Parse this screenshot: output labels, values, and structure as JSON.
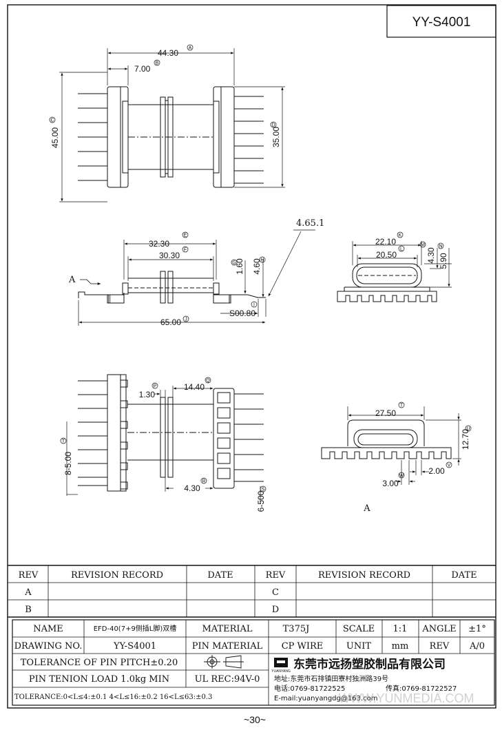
{
  "header": {
    "part_number": "YY-S4001"
  },
  "top_view": {
    "overall_width": "44.30",
    "flange_width": "7.00",
    "overall_height": "45.00",
    "inner_height": "35.00",
    "refs": {
      "width": "A",
      "flange": "B",
      "height": "C",
      "inner": "D"
    }
  },
  "side_view": {
    "width_a": "32.30",
    "width_b": "30.30",
    "dim_a": "1.60",
    "dim_b": "4.60",
    "pin_dim": "S00.80",
    "total_length": "65.00",
    "callout": "4.65.1",
    "section_label": "A",
    "refs": {
      "e": "E",
      "f": "F",
      "g": "G",
      "h": "H",
      "i": "I",
      "j": "J"
    }
  },
  "end_view": {
    "width_a": "22.10",
    "width_b": "20.50",
    "height_a": "4.30",
    "height_b": "5.90",
    "refs": {
      "k": "K",
      "l": "L",
      "m": "M",
      "n": "N"
    }
  },
  "bottom_view": {
    "dim_a": "1.30",
    "dim_b": "14.40",
    "dim_c": "4.30",
    "pitch_left": "8-5.00",
    "pitch_right": "6-500",
    "refs": {
      "p": "P",
      "q": "Q",
      "r": "R",
      "s": "S",
      "t": "T"
    }
  },
  "section_a": {
    "width": "27.50",
    "height": "12.70",
    "dim_a": "2.00",
    "dim_b": "3.00",
    "label": "A",
    "refs": {
      "t": "T",
      "u": "U",
      "v": "V",
      "w": "W"
    }
  },
  "revision_table": {
    "headers": [
      "REV",
      "REVISION RECORD",
      "DATE",
      "REV",
      "REVISION RECORD",
      "DATE"
    ],
    "rows": [
      [
        "A",
        "",
        "",
        "C",
        "",
        ""
      ],
      [
        "B",
        "",
        "",
        "D",
        "",
        ""
      ]
    ]
  },
  "title_block": {
    "name_label": "NAME",
    "name_value": "EFD-40(7+9侧插L脚)双槽",
    "material_label": "MATERIAL",
    "material_value": "T375J",
    "scale_label": "SCALE",
    "scale_value": "1:1",
    "angle_label": "ANGLE",
    "angle_value": "±1°",
    "drawing_no_label": "DRAWING NO.",
    "drawing_no_value": "YY-S4001",
    "pin_material_label": "PIN MATERIAL",
    "pin_material_value": "CP WIRE",
    "unit_label": "UNIT",
    "unit_value": "mm",
    "rev_label": "REV",
    "rev_value": "A/0",
    "tol_pitch": "TOLERANCE OF PIN PITCH±0.20",
    "pin_tension": "PIN TENION LOAD 1.0kg MIN",
    "ul": "UL REC:94V-0",
    "tolerance": "TOLERANCE:0<L≤4:±0.1  4<L≤16:±0.2  16<L≤63:±0.3",
    "company_name": "东莞市远扬塑胶制品有限公司",
    "logo_text": "YUANYANG",
    "address": "地址:东莞市石排镇田寮村独洲路39号",
    "phone": "电话:0769-81722525",
    "fax": "传真:0769-81722527",
    "email": "E-mail:yuanyangdg@163.com",
    "watermark": "WWW.YUNMEDIA.COM"
  },
  "footer": {
    "page_number": "~30~"
  }
}
